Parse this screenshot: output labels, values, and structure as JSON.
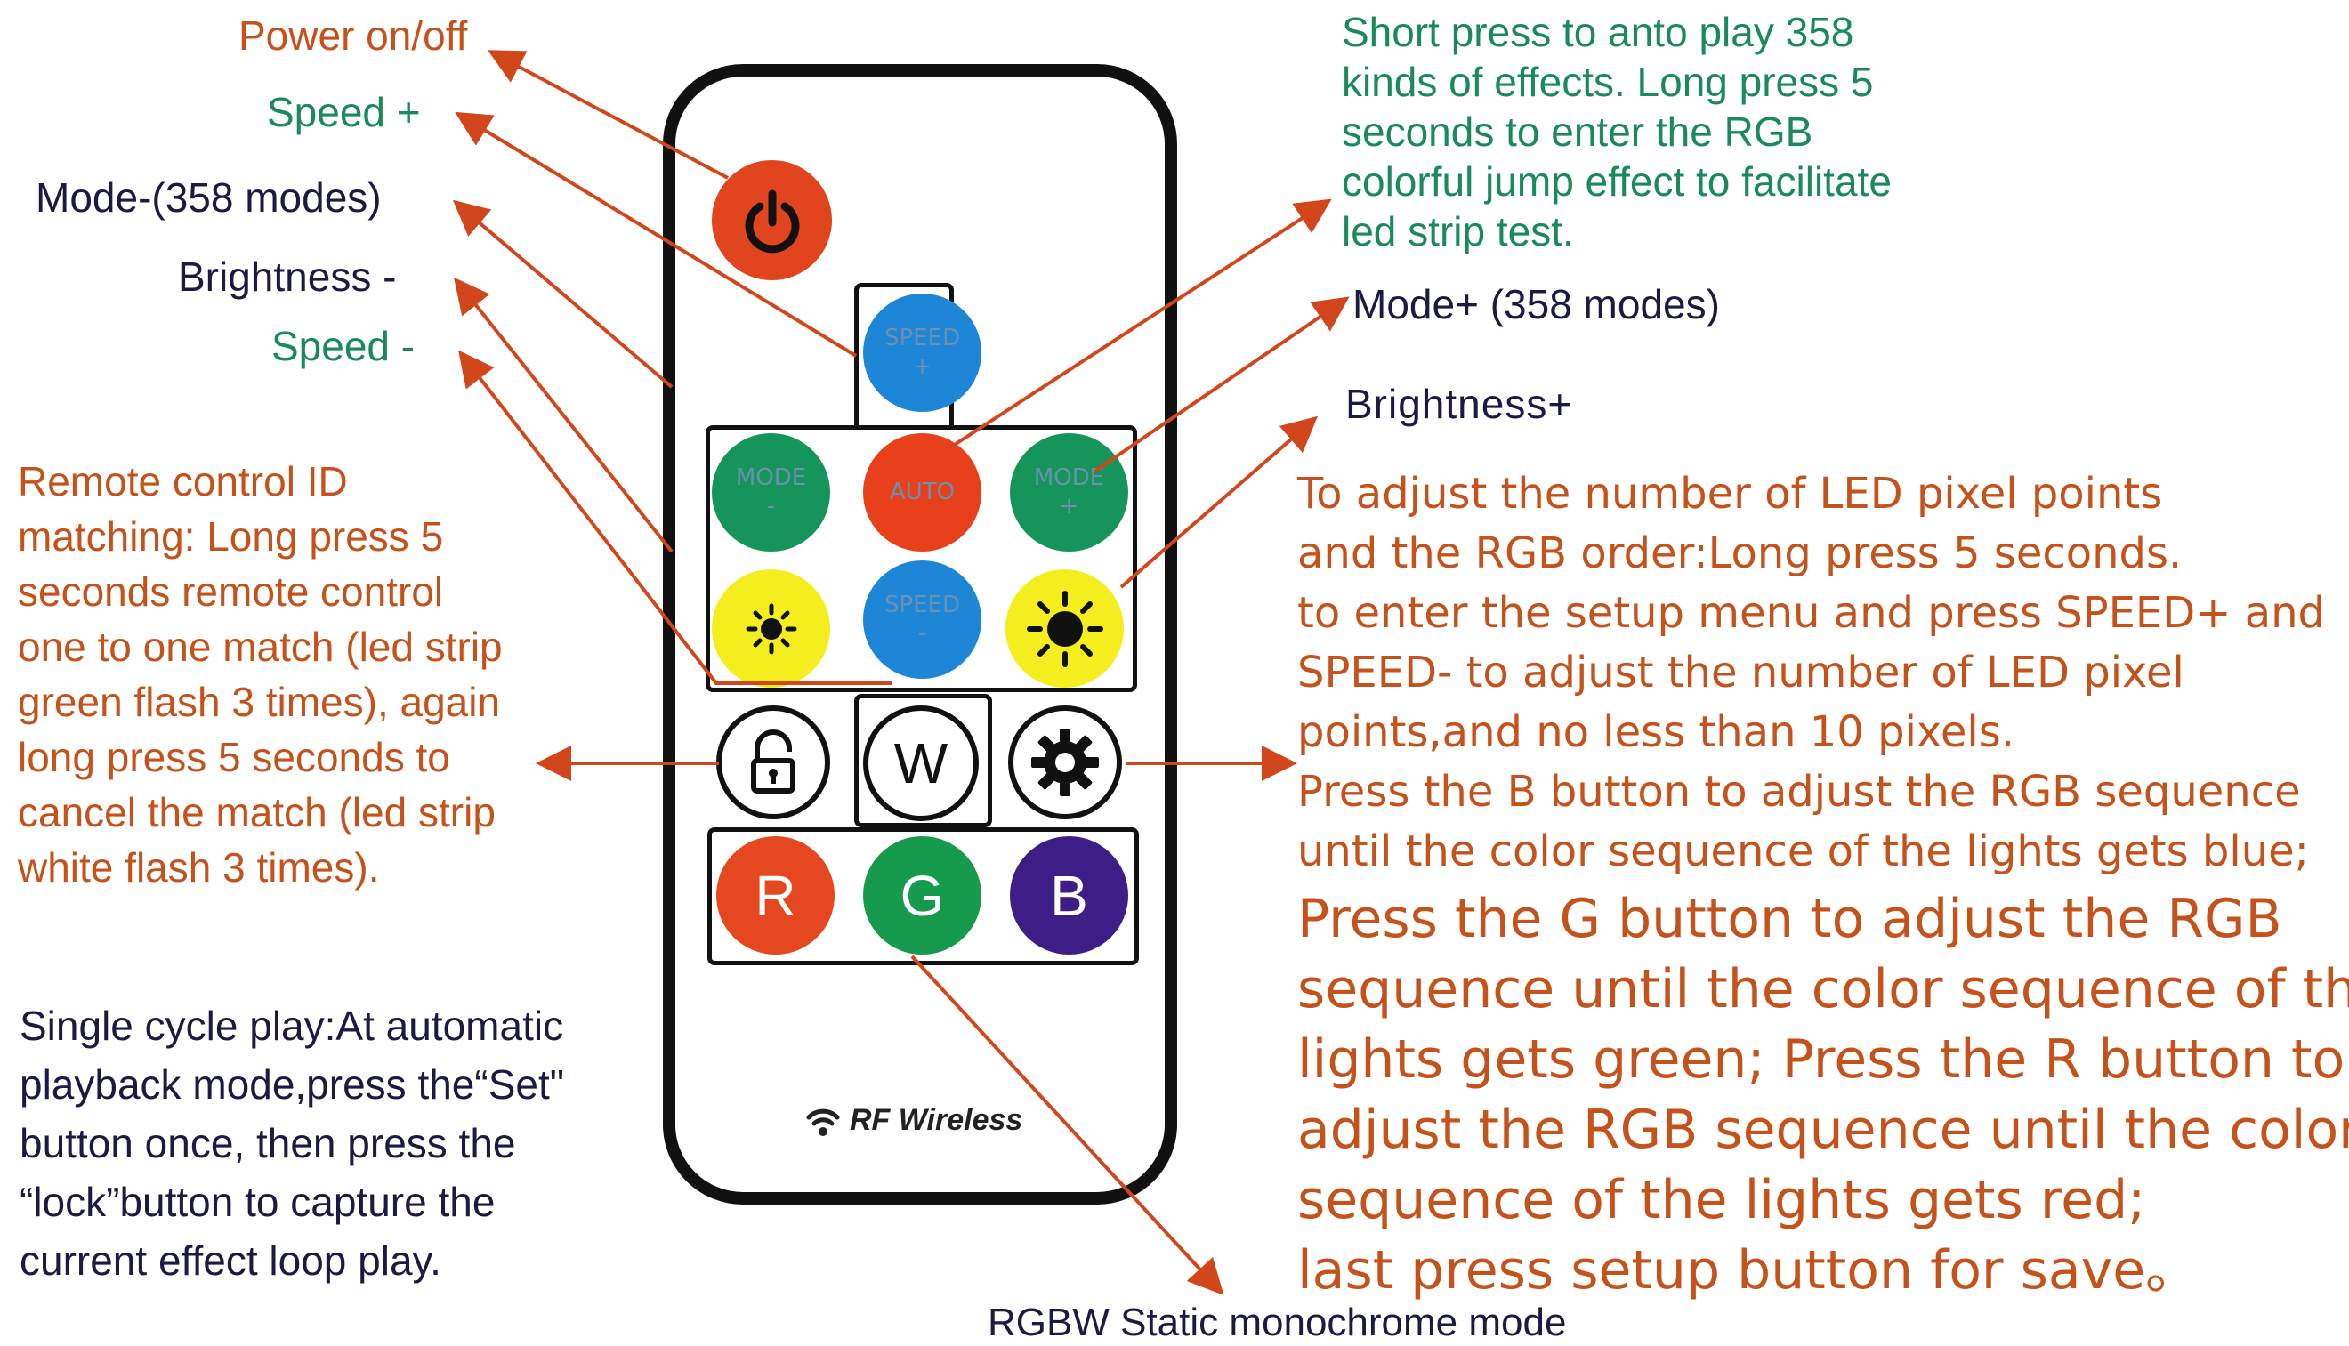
{
  "labels": {
    "power": "Power on/off",
    "speed_plus": "Speed +",
    "mode_minus": "Mode-(358 modes)",
    "brightness_minus": "Brightness -",
    "speed_minus": "Speed -",
    "mode_plus": "Mode+ (358 modes)",
    "brightness_plus": "Brightness+",
    "rgbw": "RGBW Static monochrome mode"
  },
  "auto_desc": [
    "Short press to anto play 358",
    "kinds of effects. Long press 5",
    "seconds to enter the RGB",
    "colorful jump effect to facilitate",
    "led strip test."
  ],
  "remote_id_desc": [
    "Remote control ID",
    "matching: Long press 5",
    "seconds remote control",
    "one to one match (led strip",
    "green flash 3 times), again",
    "long press 5 seconds to",
    "cancel the match (led strip",
    "white flash 3 times)."
  ],
  "single_cycle_desc": [
    "Single cycle play:At automatic",
    "playback mode,press the“Set\"",
    "button once, then press the",
    "“lock”button to capture the",
    "current effect loop play."
  ],
  "setup_desc_small": [
    "To adjust the number of LED pixel points",
    "and the RGB order:Long press 5 seconds.",
    "to enter the setup menu and press SPEED+ and",
    "SPEED- to adjust the number of LED pixel",
    "points,and no  less than 10 pixels.",
    "Press the B button to adjust the RGB sequence",
    "until the color sequence of the lights gets  blue;"
  ],
  "setup_desc_large": [
    "Press the G button to adjust the RGB",
    "sequence until the color sequence of the",
    "lights gets green;  Press the R button to",
    "adjust the RGB sequence until the color",
    "sequence of the lights gets red;",
    "last press setup button for save。"
  ],
  "remote": {
    "speed_plus_text": [
      "SPEED",
      "+"
    ],
    "speed_minus_text": [
      "SPEED",
      "-"
    ],
    "mode_minus_text": [
      "MODE",
      "-"
    ],
    "mode_plus_text": [
      "MODE",
      "+"
    ],
    "auto_text": "AUTO",
    "w_text": "W",
    "r_text": "R",
    "g_text": "G",
    "b_text": "B",
    "brand": "RF Wireless"
  },
  "colors": {
    "annotation_orange": "#c4521a",
    "annotation_green": "#1a8a5c",
    "annotation_navy": "#1c1a40",
    "arrow": "#d2461c",
    "power_button": "#e2441e",
    "speed_button": "#1d86d6",
    "mode_button": "#16955a",
    "auto_button": "#e8401a",
    "brightness_button": "#f4ee1e",
    "r_button": "#e5481e",
    "g_button": "#169a4e",
    "b_button": "#3d1d86"
  }
}
